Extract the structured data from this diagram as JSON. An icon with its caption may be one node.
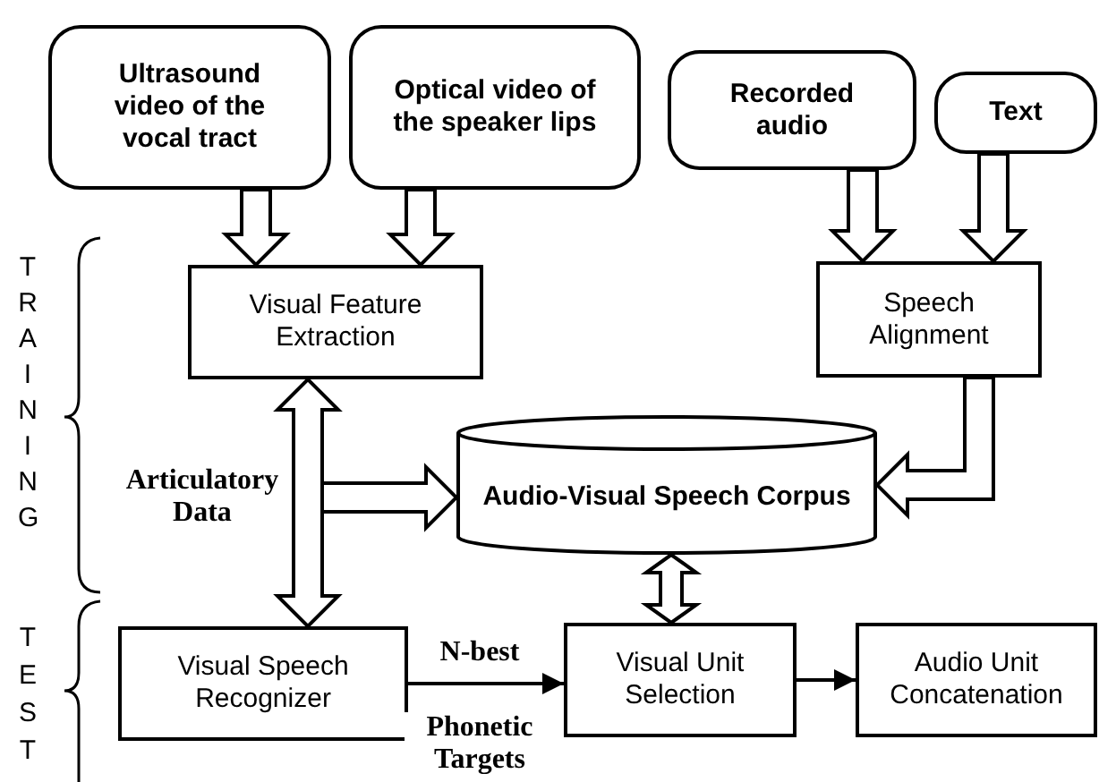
{
  "diagram": {
    "nodes": [
      {
        "text": [
          "Ultrasound video of the vocal tract"
        ]
      },
      {
        "text": [
          "Optical video of the speaker lips"
        ]
      },
      {
        "text": [
          "Recorded audio"
        ]
      },
      {
        "text": [
          "Text"
        ]
      },
      {
        "text": [
          "Visual Feature Extraction"
        ]
      },
      {
        "text": [
          "Speech Alignment"
        ]
      },
      {
        "text": [
          "Audio-Visual Speech Corpus"
        ]
      },
      {
        "text": [
          "Visual Speech Recognizer"
        ]
      },
      {
        "text": [
          "Visual Unit Selection"
        ]
      },
      {
        "text": [
          "Audio Unit Concatenation"
        ]
      }
    ],
    "edges": [
      {
        "from": 0,
        "to": 4,
        "arrow": "to",
        "style": "thick"
      },
      {
        "from": 1,
        "to": 4,
        "arrow": "to",
        "style": "thick"
      },
      {
        "from": 2,
        "to": 5,
        "arrow": "to",
        "style": "thick"
      },
      {
        "from": 3,
        "to": 5,
        "arrow": "to",
        "style": "thick"
      },
      {
        "from": 5,
        "to": 6,
        "arrow": "to",
        "style": "thick"
      },
      {
        "from": 4,
        "to": 7,
        "arrow": "both",
        "style": "thick",
        "label": "Articulatory Data"
      },
      {
        "from": 4,
        "to": 6,
        "arrow": "to",
        "style": "thick"
      },
      {
        "from": 6,
        "to": 8,
        "arrow": "both",
        "style": "thick"
      },
      {
        "from": 7,
        "to": 8,
        "arrow": "to",
        "label": "N-best"
      },
      {
        "from": 8,
        "to": 9,
        "arrow": "to"
      }
    ],
    "labels": [
      "TRAINING",
      "TEST",
      "Phonetic Targets"
    ]
  }
}
